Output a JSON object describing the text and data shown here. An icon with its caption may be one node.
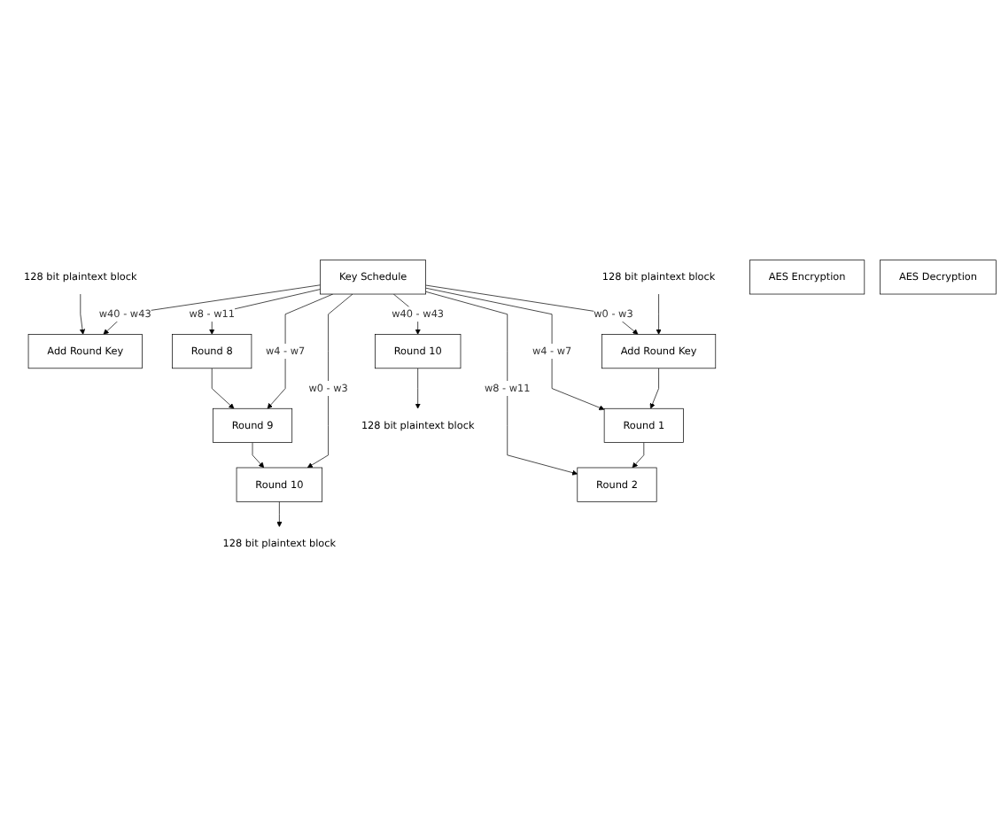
{
  "diagram": {
    "nodes": [
      {
        "text": [
          "128 bit plaintext block"
        ]
      },
      {
        "text": [
          "128 bit plaintext block"
        ]
      },
      {
        "text": [
          "Key Schedule"
        ]
      },
      {
        "text": [
          "Add Round Key"
        ]
      },
      {
        "text": [
          "Round 10"
        ]
      },
      {
        "text": [
          "Round 1"
        ]
      },
      {
        "text": [
          "Round 9"
        ]
      },
      {
        "text": [
          "Round 2"
        ]
      },
      {
        "text": [
          "Round 8"
        ]
      },
      {
        "text": [
          "Round 10"
        ]
      },
      {
        "text": [
          "Add Round Key"
        ]
      },
      {
        "text": [
          "128 bit plaintext block"
        ]
      },
      {
        "text": [
          "128 bit plaintext block"
        ]
      },
      {
        "text": [
          "AES Encryption"
        ]
      },
      {
        "text": [
          "AES Decryption"
        ]
      }
    ],
    "edges": [
      {
        "from": 0,
        "to": 3,
        "arrow": "to"
      },
      {
        "from": 3,
        "to": 5,
        "arrow": "to"
      },
      {
        "from": 5,
        "to": 7,
        "arrow": "to"
      },
      {
        "from": 9,
        "to": 11,
        "arrow": "to"
      },
      {
        "from": 2,
        "to": 3,
        "arrow": "to",
        "label": "w0 - w3"
      },
      {
        "from": 2,
        "to": 5,
        "arrow": "to",
        "label": "w4 - w7"
      },
      {
        "from": 2,
        "to": 7,
        "arrow": "to",
        "label": "w8 - w11"
      },
      {
        "from": 2,
        "to": 9,
        "arrow": "to",
        "label": "w40 - w43"
      },
      {
        "from": 2,
        "to": 4,
        "arrow": "to",
        "label": "w0 - w3"
      },
      {
        "from": 2,
        "to": 6,
        "arrow": "to",
        "label": "w4 - w7"
      },
      {
        "from": 2,
        "to": 8,
        "arrow": "to",
        "label": "w8 - w11"
      },
      {
        "from": 2,
        "to": 10,
        "arrow": "to",
        "label": "w40 - w43"
      },
      {
        "from": 12,
        "to": 10,
        "arrow": "to"
      },
      {
        "from": 8,
        "to": 6,
        "arrow": "to"
      },
      {
        "from": 6,
        "to": 4,
        "arrow": "to"
      },
      {
        "from": 4,
        "to": 1,
        "arrow": "to"
      }
    ]
  }
}
